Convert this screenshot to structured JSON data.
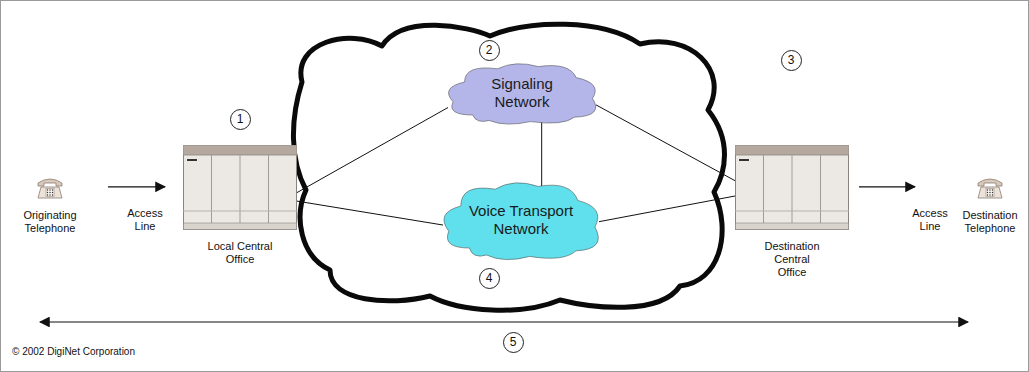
{
  "diagram": {
    "nodes": [
      {
        "text": [
          "Originating Telephone"
        ]
      },
      {
        "text": [
          "Local Central Office"
        ]
      },
      {
        "text": [
          "Signaling Network"
        ]
      },
      {
        "text": [
          "Voice Transport Network"
        ]
      },
      {
        "text": [
          "Destination Central Office"
        ]
      },
      {
        "text": [
          "Destination Telephone"
        ]
      }
    ],
    "edges": [
      {
        "from": 0,
        "to": 1,
        "arrow": "to",
        "label": "Access Line"
      },
      {
        "from": 1,
        "to": 2,
        "arrow": "none"
      },
      {
        "from": 1,
        "to": 3,
        "arrow": "none"
      },
      {
        "from": 2,
        "to": 3,
        "arrow": "none"
      },
      {
        "from": 2,
        "to": 4,
        "arrow": "none"
      },
      {
        "from": 3,
        "to": 4,
        "arrow": "none"
      },
      {
        "from": 4,
        "to": 5,
        "arrow": "to",
        "label": "Access Line"
      }
    ],
    "labels": [
      "1",
      "2",
      "3",
      "4",
      "5",
      "© 2002 DigiNet Corporation"
    ]
  }
}
